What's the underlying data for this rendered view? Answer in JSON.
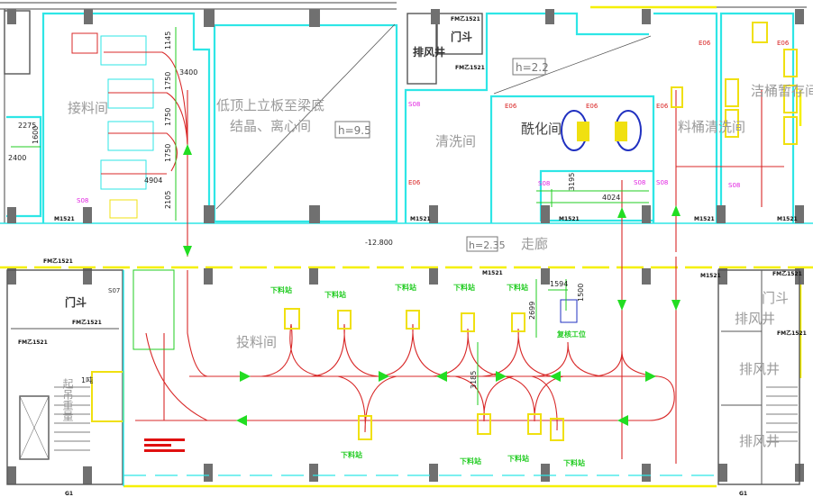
{
  "rooms": {
    "receiving": "接料间",
    "crystal_line1": "低顶上立板至梁底",
    "crystal_line2": "结晶、离心间",
    "crystal_height": "h=9.5",
    "exhaust_top": "排风井",
    "vestibule_top": "门斗",
    "cleaning": "清洗间",
    "acylation": "酰化间",
    "acylation_height": "h=2.2",
    "drum_cleaning": "料桶清洗间",
    "clean_drum_storage": "洁桶暂存间",
    "corridor": "走廊",
    "corridor_height": "h=2.35",
    "elevation": "-12.800",
    "vestibule_left": "门斗",
    "hoist": "起吊重量",
    "hoist_load": "1吨",
    "feeding": "投料间",
    "vestibule_right": "门斗",
    "exhaust_r1": "排风井",
    "exhaust_r2": "排风井",
    "exhaust_r3": "排风井"
  },
  "dimensions": {
    "d1145": "1145",
    "d1750a": "1750",
    "d1750b": "1750",
    "d1750c": "1750",
    "d2105": "2105",
    "d3400": "3400",
    "d4904": "4904",
    "d2275": "2275",
    "d2400": "2400",
    "d1600": "1600",
    "d3195": "3195",
    "d4024": "4024",
    "d2699": "2699",
    "d1500": "1500",
    "d1594": "1594",
    "d3185": "3185"
  },
  "tags": {
    "s08": "S08",
    "e06": "E06",
    "m1521": "M1521",
    "fm": "FM乙1521",
    "s07": "S07",
    "gl_left": "G1",
    "gl_right": "G1"
  },
  "stations": {
    "unload": "下料站",
    "review": "复核工位"
  },
  "colors": {
    "wall": "#2ee6e6",
    "agv_path": "#d82828",
    "arrow": "#22dd22",
    "equipment": "#f0e010",
    "tag": "#e020e0"
  }
}
